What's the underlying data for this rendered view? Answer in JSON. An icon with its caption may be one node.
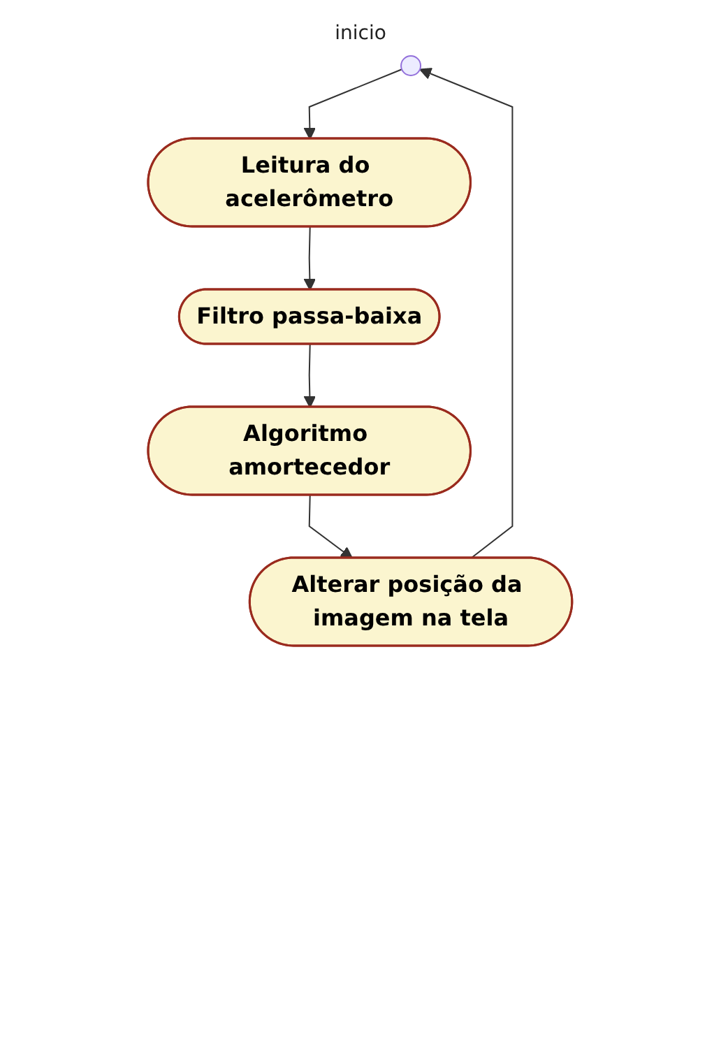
{
  "diagram": {
    "nodes": [
      {
        "text": [],
        "shape": "circle",
        "beside": [
          "inicio"
        ]
      },
      {
        "text": [
          "Leitura do acelerômetro"
        ]
      },
      {
        "text": [
          "Filtro passa-baixa"
        ]
      },
      {
        "text": [
          "Algoritmo amortecedor"
        ]
      },
      {
        "text": [
          "Alterar posição da imagem na tela"
        ]
      }
    ],
    "edges": [
      {
        "from": 0,
        "to": 1,
        "arrow": "to"
      },
      {
        "from": 1,
        "to": 2,
        "arrow": "to"
      },
      {
        "from": 2,
        "to": 3,
        "arrow": "to"
      },
      {
        "from": 3,
        "to": 4,
        "arrow": "to"
      },
      {
        "from": 4,
        "to": 0,
        "arrow": "to"
      }
    ]
  }
}
